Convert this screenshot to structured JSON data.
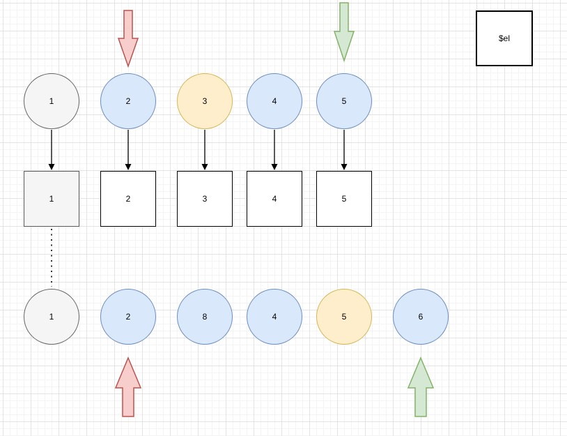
{
  "canvas": {
    "background": "#ffffff",
    "grid_minor_color": "#f4f4f4",
    "grid_major_color": "#e3e3e3"
  },
  "palette": {
    "gray_fill": "#f5f5f5",
    "gray_stroke": "#666666",
    "blue_fill": "#dae8fc",
    "blue_stroke": "#6c8ebf",
    "yellow_fill": "#ffeecc",
    "yellow_stroke": "#d6b656",
    "red_fill": "#f8cecc",
    "red_stroke": "#b85450",
    "green_fill": "#d5e8d4",
    "green_stroke": "#82b366",
    "connector_color": "#000000"
  },
  "label_box": {
    "label": "$el"
  },
  "rows": {
    "top": {
      "shape": "circle",
      "nodes": [
        {
          "label": "1",
          "color": "gray"
        },
        {
          "label": "2",
          "color": "blue"
        },
        {
          "label": "3",
          "color": "yellow"
        },
        {
          "label": "4",
          "color": "blue"
        },
        {
          "label": "5",
          "color": "blue"
        }
      ]
    },
    "middle": {
      "shape": "square",
      "nodes": [
        {
          "label": "1",
          "color": "gray"
        },
        {
          "label": "2",
          "color": "white"
        },
        {
          "label": "3",
          "color": "white"
        },
        {
          "label": "4",
          "color": "white"
        },
        {
          "label": "5",
          "color": "white"
        }
      ]
    },
    "bottom": {
      "shape": "circle",
      "nodes": [
        {
          "label": "1",
          "color": "gray"
        },
        {
          "label": "2",
          "color": "blue"
        },
        {
          "label": "8",
          "color": "blue"
        },
        {
          "label": "4",
          "color": "blue"
        },
        {
          "label": "5",
          "color": "yellow"
        },
        {
          "label": "6",
          "color": "blue"
        }
      ]
    }
  },
  "pointers": {
    "top_left": {
      "color": "red",
      "direction": "down"
    },
    "top_right": {
      "color": "green",
      "direction": "down"
    },
    "bottom_left": {
      "color": "red",
      "direction": "up"
    },
    "bottom_right": {
      "color": "green",
      "direction": "up"
    }
  }
}
